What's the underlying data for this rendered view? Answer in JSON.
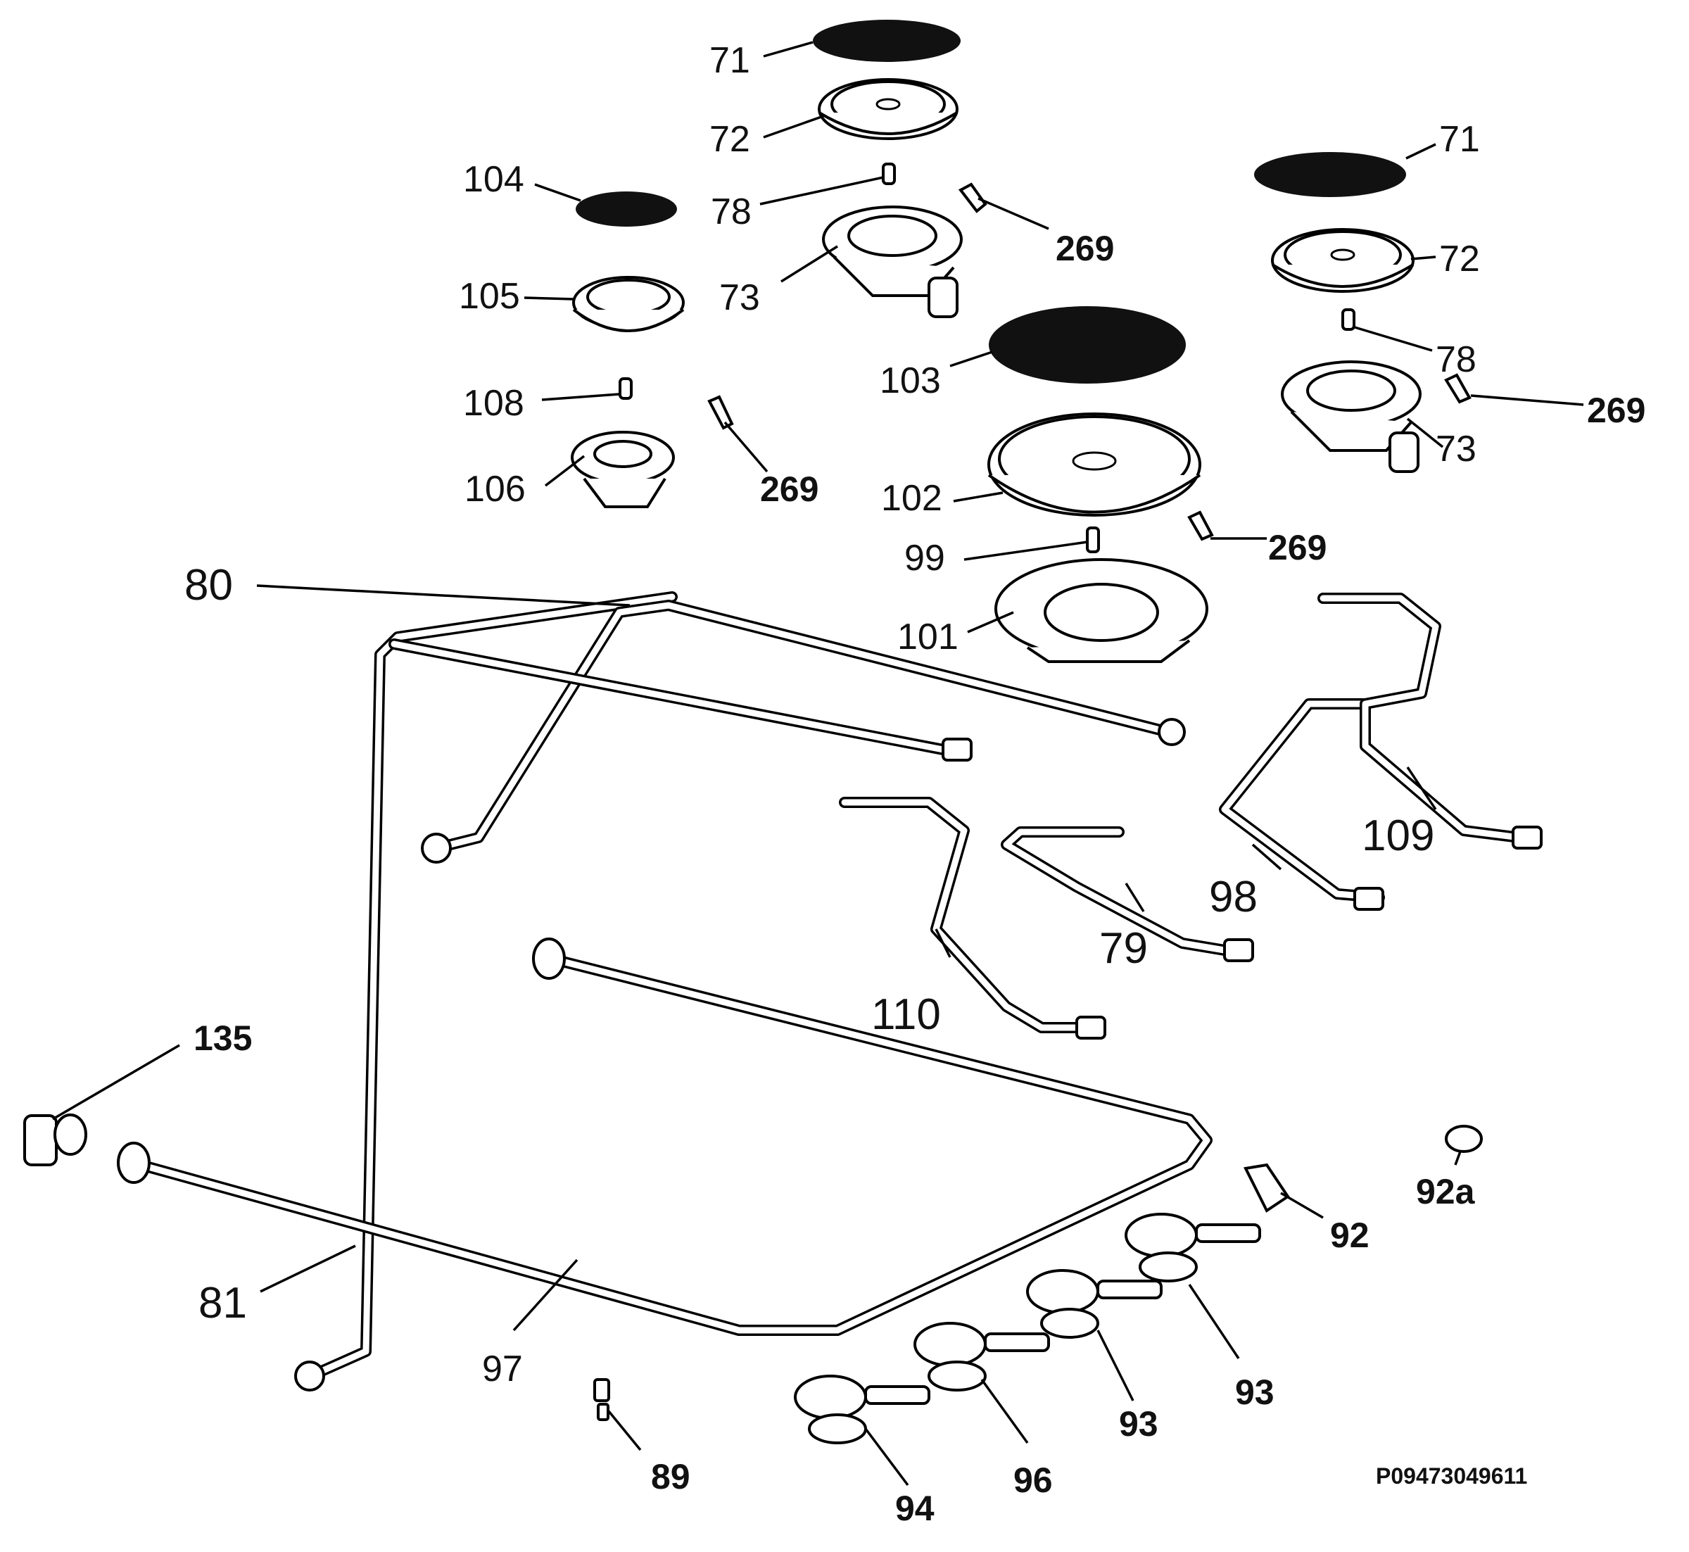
{
  "diagram_code": "P09473049611",
  "part_labels": {
    "p71a": "71",
    "p72a": "72",
    "p78a": "78",
    "p73a": "73",
    "p269a": "269",
    "p104": "104",
    "p105": "105",
    "p108": "108",
    "p106": "106",
    "p269b": "269",
    "p103": "103",
    "p102": "102",
    "p99": "99",
    "p101": "101",
    "p269c": "269",
    "p71b": "71",
    "p72b": "72",
    "p78b": "78",
    "p269d": "269",
    "p73b": "73",
    "p80": "80",
    "p109": "109",
    "p98": "98",
    "p79": "79",
    "p110": "110",
    "p135": "135",
    "p81": "81",
    "p97": "97",
    "p89": "89",
    "p94": "94",
    "p96": "96",
    "p93a": "93",
    "p93b": "93",
    "p92": "92",
    "p92a": "92a"
  }
}
